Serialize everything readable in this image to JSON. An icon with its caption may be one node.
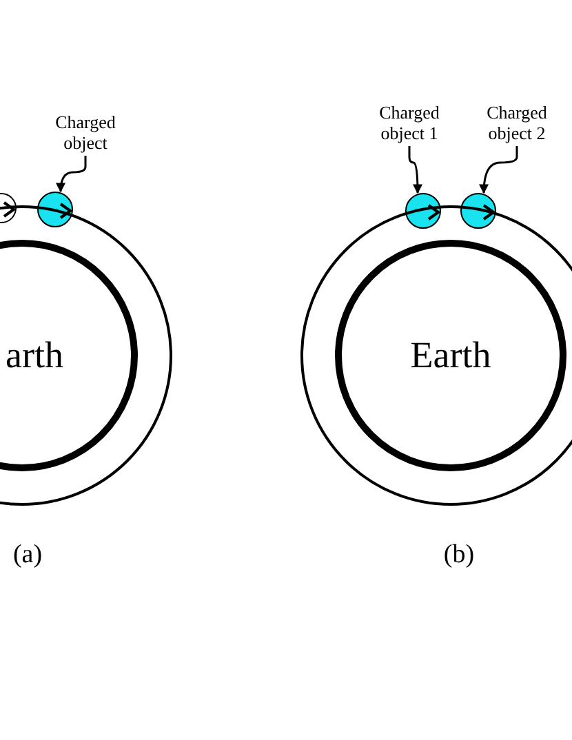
{
  "diagram": {
    "nodes": [
      {
        "text": [
          "Charged object"
        ]
      },
      {
        "text": [],
        "shape": "circle"
      },
      {
        "text": [],
        "shape": "circle"
      },
      {
        "text": [
          "arth"
        ]
      },
      {
        "text": [
          "Charged object 1"
        ]
      },
      {
        "text": [
          "Charged object 2"
        ]
      },
      {
        "text": [],
        "shape": "circle"
      },
      {
        "text": [],
        "shape": "circle"
      },
      {
        "text": [
          "Earth"
        ]
      }
    ],
    "edges": [
      {
        "from": 0,
        "to": 2,
        "arrow": "to"
      },
      {
        "from": 4,
        "to": 6,
        "arrow": "to"
      },
      {
        "from": 5,
        "to": 7,
        "arrow": "to"
      }
    ],
    "labels": [
      "(a)",
      "(b)"
    ]
  }
}
